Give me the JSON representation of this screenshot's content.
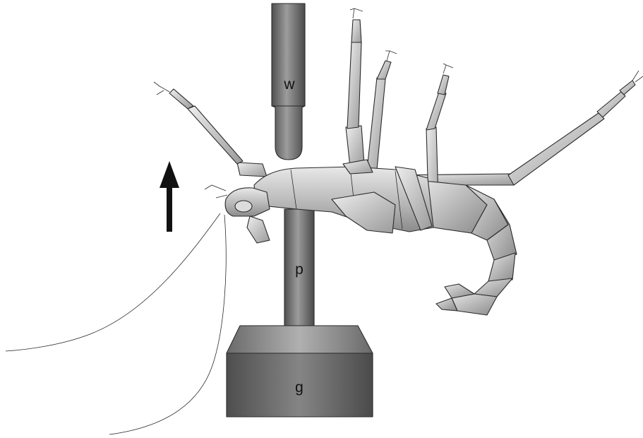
{
  "labels": {
    "wire": "w",
    "post": "p",
    "ground": "g"
  },
  "arrow": {
    "direction": "up"
  },
  "colors": {
    "metal_dark": "#4a4a4a",
    "metal_light": "#9a9a9a",
    "insect_light": "#e6e6e6",
    "insect_dark": "#8a8a8a",
    "ink": "#111111"
  }
}
